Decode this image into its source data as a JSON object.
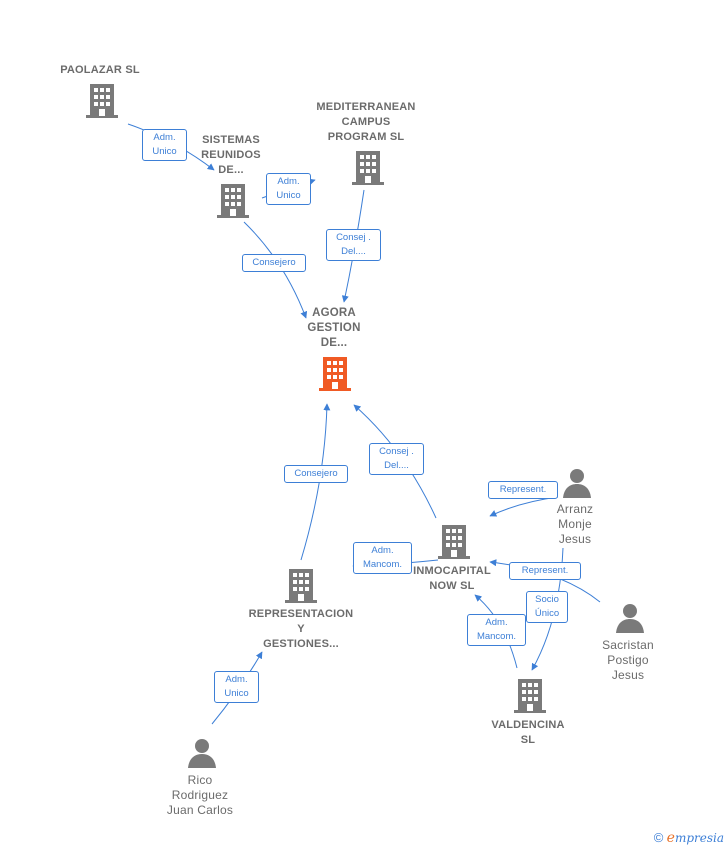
{
  "colors": {
    "node": "#7a7a7a",
    "main_node": "#f05a24",
    "edge": "#3d7fd6"
  },
  "nodes": {
    "paolazar": {
      "lines": [
        "PAOLAZAR  SL"
      ],
      "icon": "building-icon"
    },
    "sistemas": {
      "lines": [
        "SISTEMAS",
        "REUNIDOS",
        "DE..."
      ],
      "icon": "building-icon"
    },
    "mediterranean": {
      "lines": [
        "MEDITERRANEAN",
        "CAMPUS",
        "PROGRAM SL"
      ],
      "icon": "building-icon"
    },
    "agora": {
      "lines": [
        "AGORA",
        "GESTION",
        "DE..."
      ],
      "icon": "building-icon"
    },
    "representacion": {
      "lines": [
        "REPRESENTACION",
        "Y",
        "GESTIONES..."
      ],
      "icon": "building-icon"
    },
    "inmocapital": {
      "lines": [
        "INMOCAPITAL",
        "NOW  SL"
      ],
      "icon": "building-icon"
    },
    "valdencina": {
      "lines": [
        "VALDENCINA",
        "SL"
      ],
      "icon": "building-icon"
    },
    "arranz": {
      "lines": [
        "Arranz",
        "Monje",
        "Jesus"
      ],
      "icon": "person-icon"
    },
    "sacristan": {
      "lines": [
        "Sacristan",
        "Postigo",
        "Jesus"
      ],
      "icon": "person-icon"
    },
    "rico": {
      "lines": [
        "Rico",
        "Rodriguez",
        "Juan Carlos"
      ],
      "icon": "person-icon"
    }
  },
  "edges": {
    "paolazar_sistemas": [
      "Adm.",
      "Unico"
    ],
    "sistemas_mediterranean": [
      "Adm.",
      "Unico"
    ],
    "sistemas_agora": [
      "Consejero"
    ],
    "mediterranean_agora": [
      "Consej .",
      "Del...."
    ],
    "representacion_agora": [
      "Consejero"
    ],
    "inmocapital_agora": [
      "Consej .",
      "Del...."
    ],
    "arranz_inmocapital": [
      "Represent."
    ],
    "inmocapital_representacion": [
      "Adm.",
      "Mancom."
    ],
    "sacristan_inmocapital": [
      "Represent."
    ],
    "arranz_valdencina": [
      "Socio",
      "Único"
    ],
    "valdencina_inmocapital": [
      "Adm.",
      "Mancom."
    ],
    "rico_representacion": [
      "Adm.",
      "Unico"
    ]
  },
  "footer": {
    "copyright": "©",
    "brand_initial": "e",
    "brand_rest": "mpresia"
  }
}
